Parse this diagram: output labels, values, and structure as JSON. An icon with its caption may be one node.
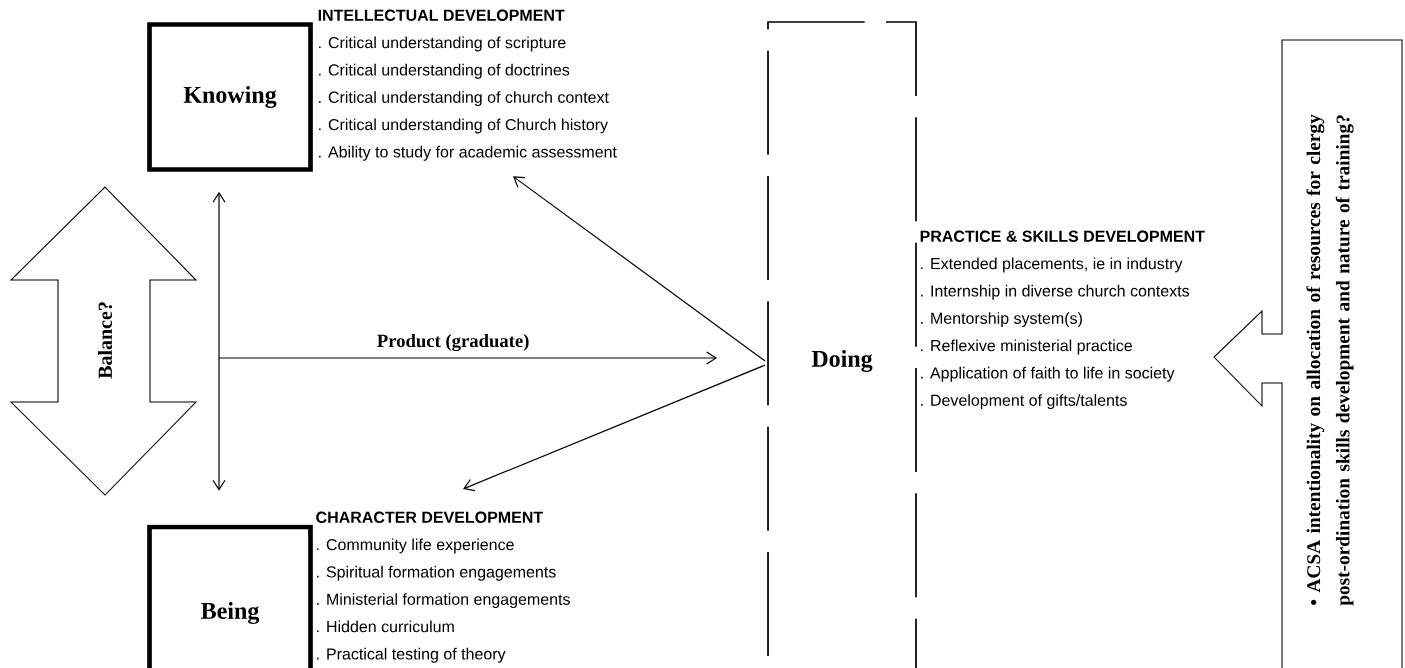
{
  "diagram": {
    "nodes": [
      {
        "text": [
          "Knowing"
        ]
      },
      {
        "text": [
          "INTELLECTUAL DEVELOPMENT",
          ". Critical understanding of scripture",
          ". Critical understanding of doctrines",
          ". Critical understanding of church context",
          ". Critical understanding of Church history",
          ". Ability to study for academic assessment"
        ]
      },
      {
        "text": [
          "Being"
        ]
      },
      {
        "text": [
          "CHARACTER DEVELOPMENT",
          ". Community life experience",
          ". Spiritual formation engagements",
          ". Ministerial formation engagements",
          ". Hidden curriculum",
          ". Practical testing of theory"
        ]
      },
      {
        "text": [
          "Doing"
        ]
      },
      {
        "text": [
          "PRACTICE & SKILLS DEVELOPMENT",
          ". Extended placements, ie in industry",
          ". Internship in diverse church contexts",
          ". Mentorship system(s)",
          ". Reflexive ministerial practice",
          ". Application of faith to life in society",
          ". Development of gifts/talents"
        ]
      },
      {
        "text": [
          "• ACSA intentionality on allocation of resources for clergy post-ordination skills development and nature of training?"
        ]
      },
      {
        "text": [
          "Balance?"
        ]
      }
    ],
    "edges": [
      {
        "from": 0,
        "to": 2,
        "arrow": "both"
      },
      {
        "from": null,
        "to": 4,
        "arrow": "to",
        "label": "Product (graduate)"
      },
      {
        "from": 4,
        "to": 1,
        "arrow": "to"
      },
      {
        "from": 4,
        "to": 3,
        "arrow": "to"
      }
    ]
  }
}
